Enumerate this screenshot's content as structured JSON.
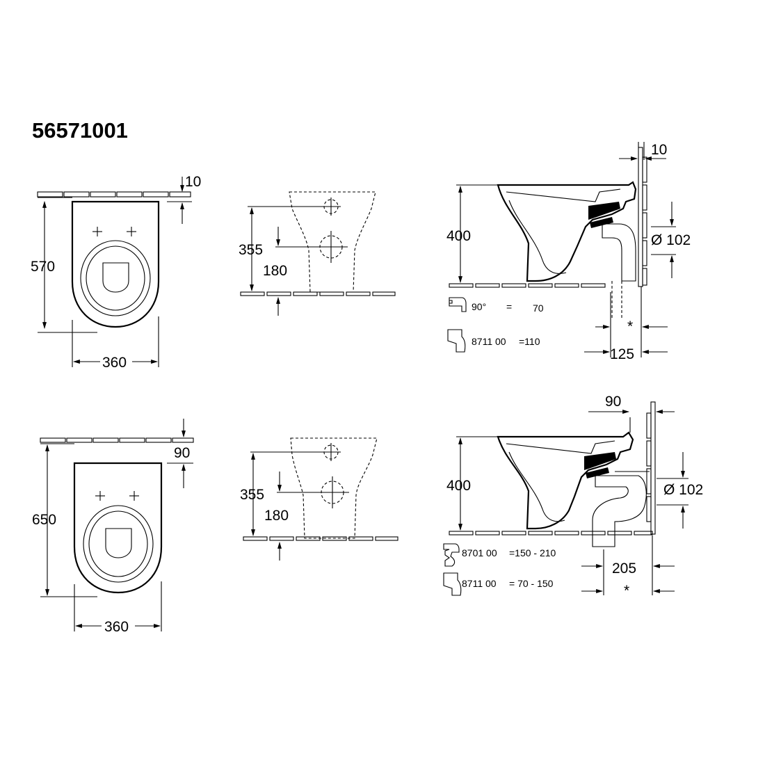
{
  "title": "56571001",
  "top_row": {
    "plan": {
      "wall_gap": "10",
      "depth": "570",
      "width": "360"
    },
    "front": {
      "height_355": "355",
      "height_180": "180"
    },
    "side": {
      "height": "400",
      "wall_gap": "10",
      "pipe_dia": "Ø 102",
      "offset": "125",
      "asterisk": "*",
      "fitting_1_angle": "90°",
      "fitting_1_eq": "=",
      "fitting_1_val": "70",
      "fitting_2_code": "8711 00",
      "fitting_2_val": "=110"
    }
  },
  "bottom_row": {
    "plan": {
      "wall_gap": "90",
      "depth": "650",
      "width": "360"
    },
    "front": {
      "height_355": "355",
      "height_180": "180"
    },
    "side": {
      "height": "400",
      "wall_gap": "90",
      "pipe_dia": "Ø 102",
      "offset": "205",
      "asterisk": "*",
      "fitting_1_code": "8701 00",
      "fitting_1_val": "=150 - 210",
      "fitting_2_code": "8711 00",
      "fitting_2_val": "= 70 -  150"
    }
  }
}
